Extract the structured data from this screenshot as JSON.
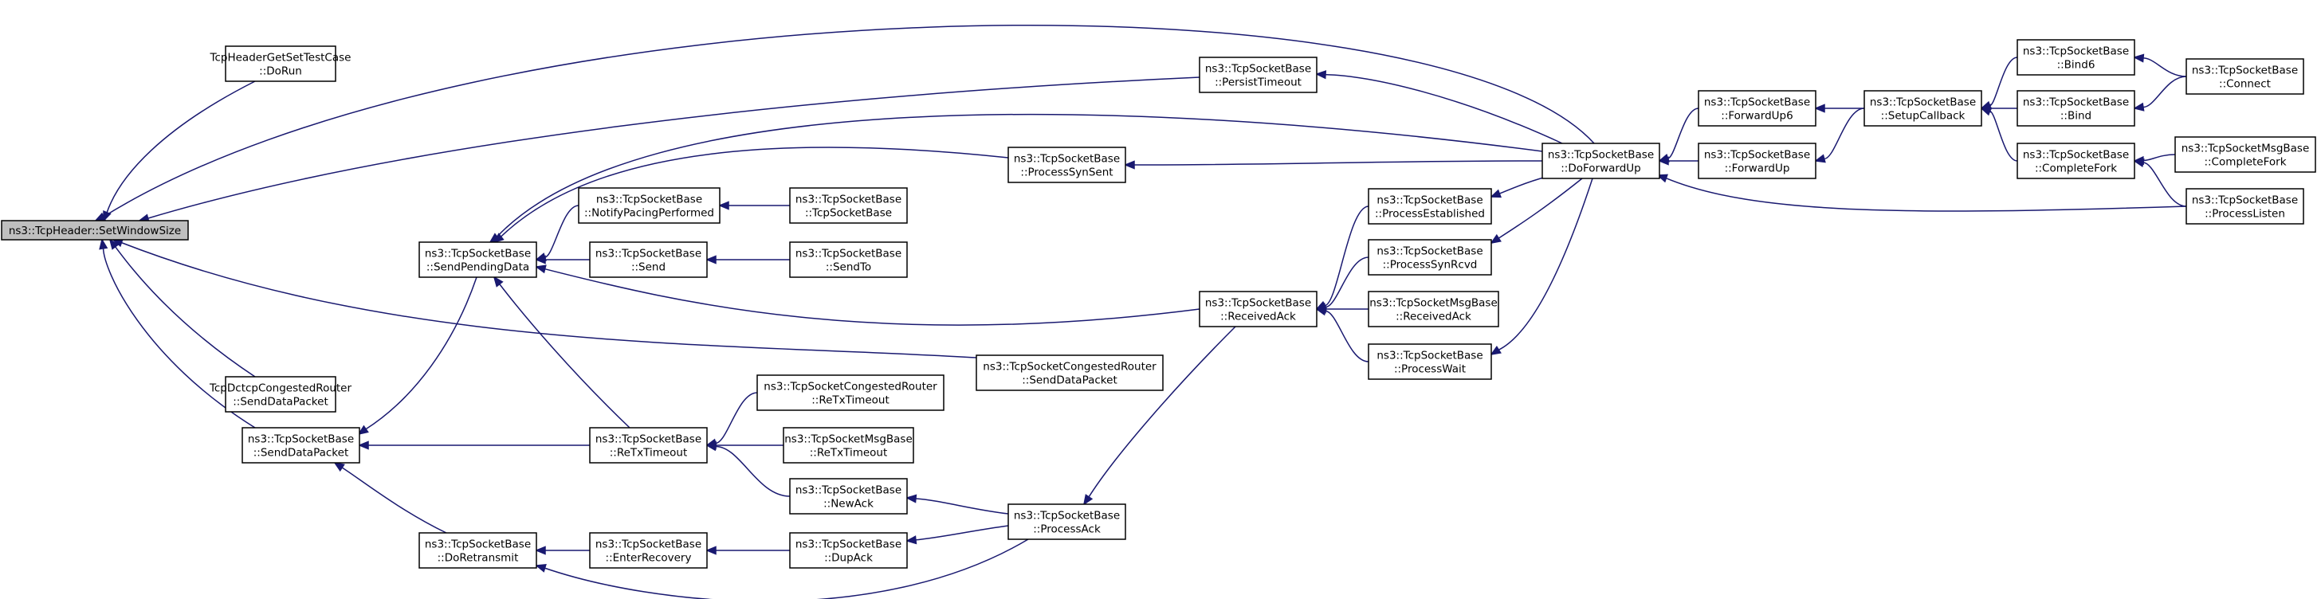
{
  "graph": {
    "title": "ns3::TcpHeader::SetWindowSize caller graph",
    "colors": {
      "edge": "#191970",
      "node_fill": "#ffffff",
      "root_fill": "#bfbfbf",
      "border": "#000000"
    },
    "nodes": [
      {
        "id": "root",
        "lines": [
          "ns3::TcpHeader::SetWindowSize"
        ]
      },
      {
        "id": "hgs",
        "lines": [
          "TcpHeaderGetSetTestCase",
          "::DoRun"
        ]
      },
      {
        "id": "dctcp",
        "lines": [
          "TcpDctcpCongestedRouter",
          "::SendDataPacket"
        ]
      },
      {
        "id": "sdp",
        "lines": [
          "ns3::TcpSocketBase",
          "::SendDataPacket"
        ]
      },
      {
        "id": "spd",
        "lines": [
          "ns3::TcpSocketBase",
          "::SendPendingData"
        ]
      },
      {
        "id": "doretx",
        "lines": [
          "ns3::TcpSocketBase",
          "::DoRetransmit"
        ]
      },
      {
        "id": "npp",
        "lines": [
          "ns3::TcpSocketBase",
          "::NotifyPacingPerformed"
        ]
      },
      {
        "id": "send",
        "lines": [
          "ns3::TcpSocketBase",
          "::Send"
        ]
      },
      {
        "id": "retxto",
        "lines": [
          "ns3::TcpSocketBase",
          "::ReTxTimeout"
        ]
      },
      {
        "id": "entrec",
        "lines": [
          "ns3::TcpSocketBase",
          "::EnterRecovery"
        ]
      },
      {
        "id": "ctor",
        "lines": [
          "ns3::TcpSocketBase",
          "::TcpSocketBase"
        ]
      },
      {
        "id": "sendto",
        "lines": [
          "ns3::TcpSocketBase",
          "::SendTo"
        ]
      },
      {
        "id": "crretx",
        "lines": [
          "ns3::TcpSocketCongestedRouter",
          "::ReTxTimeout"
        ]
      },
      {
        "id": "msgretx",
        "lines": [
          "ns3::TcpSocketMsgBase",
          "::ReTxTimeout"
        ]
      },
      {
        "id": "newack",
        "lines": [
          "ns3::TcpSocketBase",
          "::NewAck"
        ]
      },
      {
        "id": "dupack",
        "lines": [
          "ns3::TcpSocketBase",
          "::DupAck"
        ]
      },
      {
        "id": "persist",
        "lines": [
          "ns3::TcpSocketBase",
          "::PersistTimeout"
        ]
      },
      {
        "id": "psynsent",
        "lines": [
          "ns3::TcpSocketBase",
          "::ProcessSynSent"
        ]
      },
      {
        "id": "crsdp",
        "lines": [
          "ns3::TcpSocketCongestedRouter",
          "::SendDataPacket"
        ]
      },
      {
        "id": "pack",
        "lines": [
          "ns3::TcpSocketBase",
          "::ProcessAck"
        ]
      },
      {
        "id": "recvack",
        "lines": [
          "ns3::TcpSocketBase",
          "::ReceivedAck"
        ]
      },
      {
        "id": "pest",
        "lines": [
          "ns3::TcpSocketBase",
          "::ProcessEstablished"
        ]
      },
      {
        "id": "psynrcvd",
        "lines": [
          "ns3::TcpSocketBase",
          "::ProcessSynRcvd"
        ]
      },
      {
        "id": "msgrecvack",
        "lines": [
          "ns3::TcpSocketMsgBase",
          "::ReceivedAck"
        ]
      },
      {
        "id": "pwait",
        "lines": [
          "ns3::TcpSocketBase",
          "::ProcessWait"
        ]
      },
      {
        "id": "dfu",
        "lines": [
          "ns3::TcpSocketBase",
          "::DoForwardUp"
        ]
      },
      {
        "id": "fu6",
        "lines": [
          "ns3::TcpSocketBase",
          "::ForwardUp6"
        ]
      },
      {
        "id": "fu",
        "lines": [
          "ns3::TcpSocketBase",
          "::ForwardUp"
        ]
      },
      {
        "id": "setcb",
        "lines": [
          "ns3::TcpSocketBase",
          "::SetupCallback"
        ]
      },
      {
        "id": "bind6",
        "lines": [
          "ns3::TcpSocketBase",
          "::Bind6"
        ]
      },
      {
        "id": "bind",
        "lines": [
          "ns3::TcpSocketBase",
          "::Bind"
        ]
      },
      {
        "id": "cfork",
        "lines": [
          "ns3::TcpSocketBase",
          "::CompleteFork"
        ]
      },
      {
        "id": "connect",
        "lines": [
          "ns3::TcpSocketBase",
          "::Connect"
        ]
      },
      {
        "id": "msgcfork",
        "lines": [
          "ns3::TcpSocketMsgBase",
          "::CompleteFork"
        ]
      },
      {
        "id": "plisten",
        "lines": [
          "ns3::TcpSocketBase",
          "::ProcessListen"
        ]
      }
    ],
    "edges": [
      {
        "from": "hgs",
        "to": "root"
      },
      {
        "from": "dctcp",
        "to": "root"
      },
      {
        "from": "sdp",
        "to": "root"
      },
      {
        "from": "spd",
        "to": "sdp"
      },
      {
        "from": "doretx",
        "to": "sdp"
      },
      {
        "from": "retxto",
        "to": "sdp"
      },
      {
        "from": "npp",
        "to": "spd"
      },
      {
        "from": "send",
        "to": "spd"
      },
      {
        "from": "retxto",
        "to": "spd"
      },
      {
        "from": "recvack",
        "to": "spd"
      },
      {
        "from": "psynsent",
        "to": "spd"
      },
      {
        "from": "dfu",
        "to": "spd"
      },
      {
        "from": "ctor",
        "to": "npp"
      },
      {
        "from": "sendto",
        "to": "send"
      },
      {
        "from": "crretx",
        "to": "retxto"
      },
      {
        "from": "msgretx",
        "to": "retxto"
      },
      {
        "from": "newack",
        "to": "retxto"
      },
      {
        "from": "entrec",
        "to": "doretx"
      },
      {
        "from": "pack",
        "to": "doretx"
      },
      {
        "from": "dupack",
        "to": "entrec"
      },
      {
        "from": "pack",
        "to": "newack"
      },
      {
        "from": "pack",
        "to": "dupack"
      },
      {
        "from": "recvack",
        "to": "pack"
      },
      {
        "from": "pest",
        "to": "recvack"
      },
      {
        "from": "psynrcvd",
        "to": "recvack"
      },
      {
        "from": "msgrecvack",
        "to": "recvack"
      },
      {
        "from": "pwait",
        "to": "recvack"
      },
      {
        "from": "dfu",
        "to": "pest"
      },
      {
        "from": "dfu",
        "to": "psynrcvd"
      },
      {
        "from": "dfu",
        "to": "pwait"
      },
      {
        "from": "dfu",
        "to": "psynsent"
      },
      {
        "from": "dfu",
        "to": "persist"
      },
      {
        "from": "fu6",
        "to": "dfu"
      },
      {
        "from": "fu",
        "to": "dfu"
      },
      {
        "from": "setcb",
        "to": "fu6"
      },
      {
        "from": "setcb",
        "to": "fu"
      },
      {
        "from": "bind6",
        "to": "setcb"
      },
      {
        "from": "bind",
        "to": "setcb"
      },
      {
        "from": "cfork",
        "to": "setcb"
      },
      {
        "from": "connect",
        "to": "bind6"
      },
      {
        "from": "connect",
        "to": "bind"
      },
      {
        "from": "msgcfork",
        "to": "cfork"
      },
      {
        "from": "plisten",
        "to": "cfork"
      },
      {
        "from": "plisten",
        "to": "dfu"
      },
      {
        "from": "persist",
        "to": "root"
      },
      {
        "from": "crsdp",
        "to": "root"
      },
      {
        "from": "dfu",
        "to": "root"
      }
    ]
  }
}
